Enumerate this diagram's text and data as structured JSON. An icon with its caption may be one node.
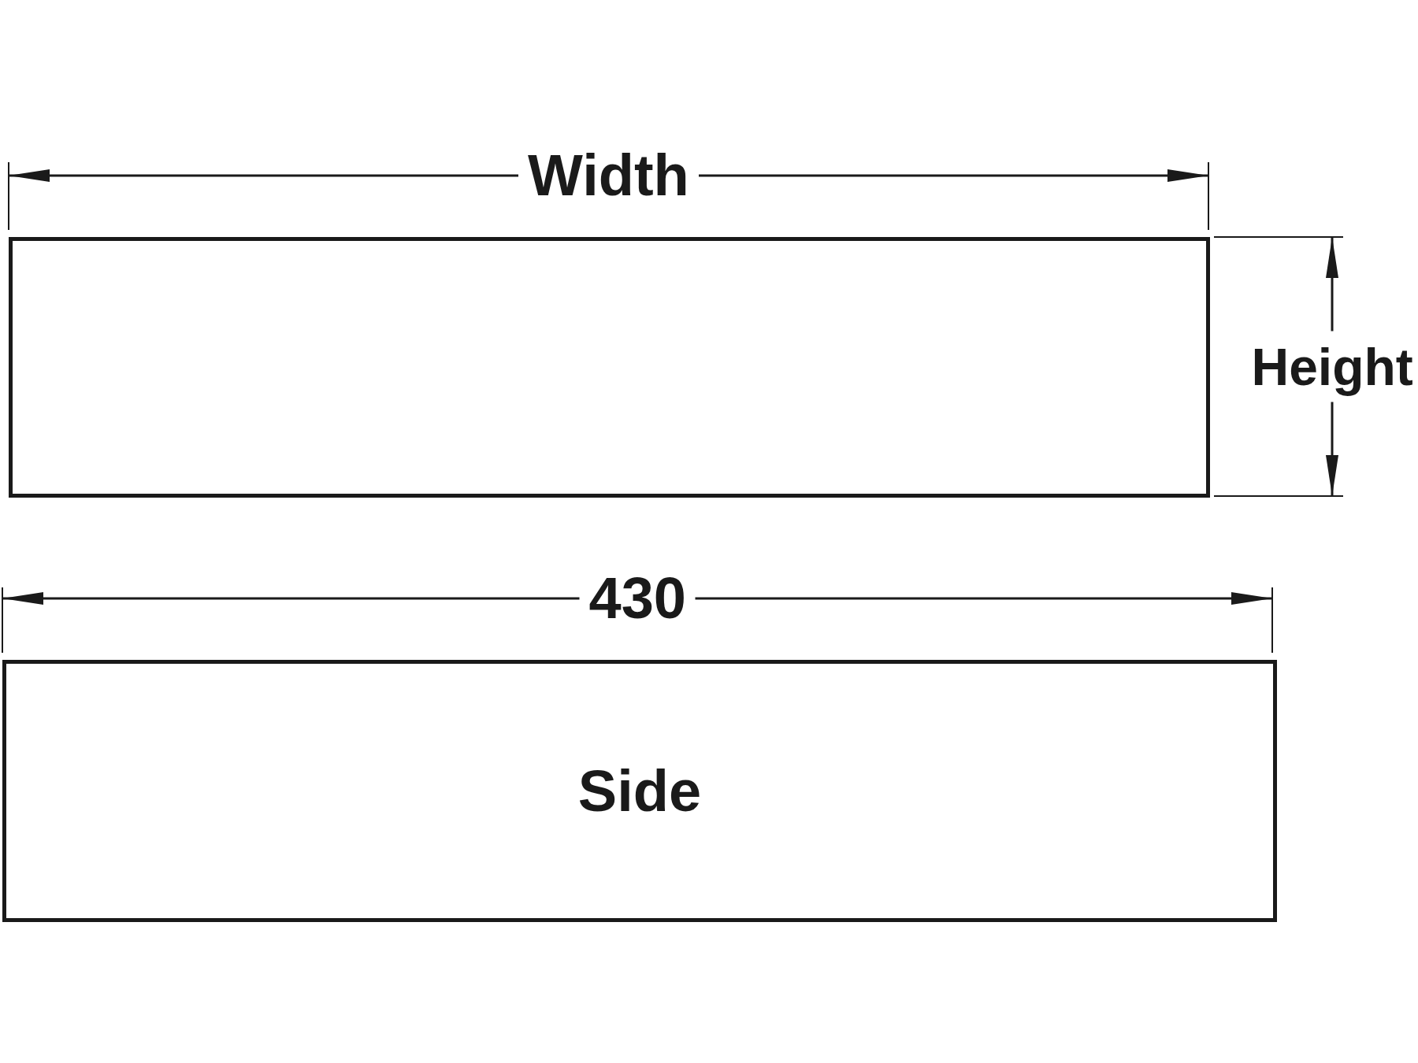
{
  "diagram": {
    "nodes": [
      {
        "text": [],
        "shape": "box"
      },
      {
        "text": [
          "Side"
        ]
      }
    ],
    "edges": [],
    "labels": [
      "Width",
      "Height",
      "430"
    ]
  }
}
